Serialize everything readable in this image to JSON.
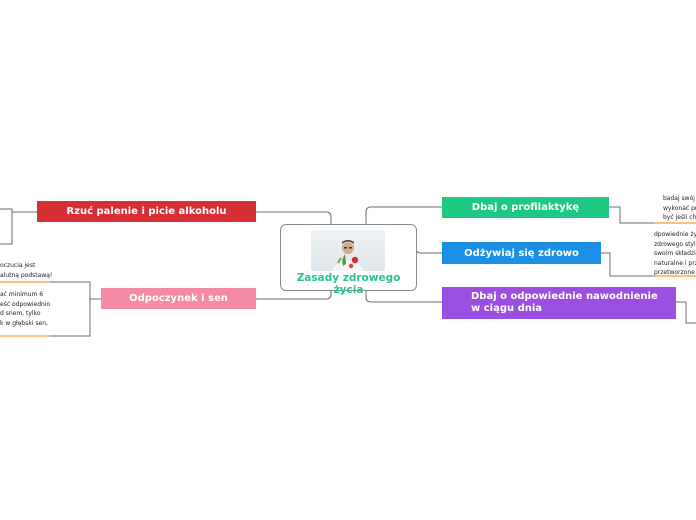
{
  "central": {
    "title": "Zasady zdrowego życia",
    "image_icon": "person-with-vegetables-icon"
  },
  "branches": {
    "quit": {
      "label": "Rzuć palenie i picie alkoholu",
      "color": "#d63035"
    },
    "rest": {
      "label": "Odpoczynek i sen",
      "color": "#f48aa4",
      "note_lines_1": [
        "oczucia jest",
        "alutną podstawą!"
      ],
      "note_lines_2": [
        "ać minimum 6",
        "eść odpowiednio",
        "d snem, tylko",
        "k w głębski sen,"
      ]
    },
    "prevention": {
      "label": "Dbaj o profilaktykę",
      "color": "#1ec882",
      "note_lines": [
        "badaj swój s",
        "wykonać prz",
        "być jeśli cho"
      ]
    },
    "diet": {
      "label": "Odżywiaj się zdrowo",
      "color": "#1a8fe3",
      "note_lines": [
        "dpowiednie ży",
        "zdrowego stylu",
        "swoim składzie",
        "naturalne i prz",
        "przetworzone j"
      ]
    },
    "hydration": {
      "label_line1": "Dbaj o odpowiednie nawodnienie",
      "label_line2": "w ciągu dnia",
      "color": "#9b4fe0"
    }
  },
  "colors": {
    "note_underline": "#f0a030",
    "connector": "#6b6b6b"
  }
}
